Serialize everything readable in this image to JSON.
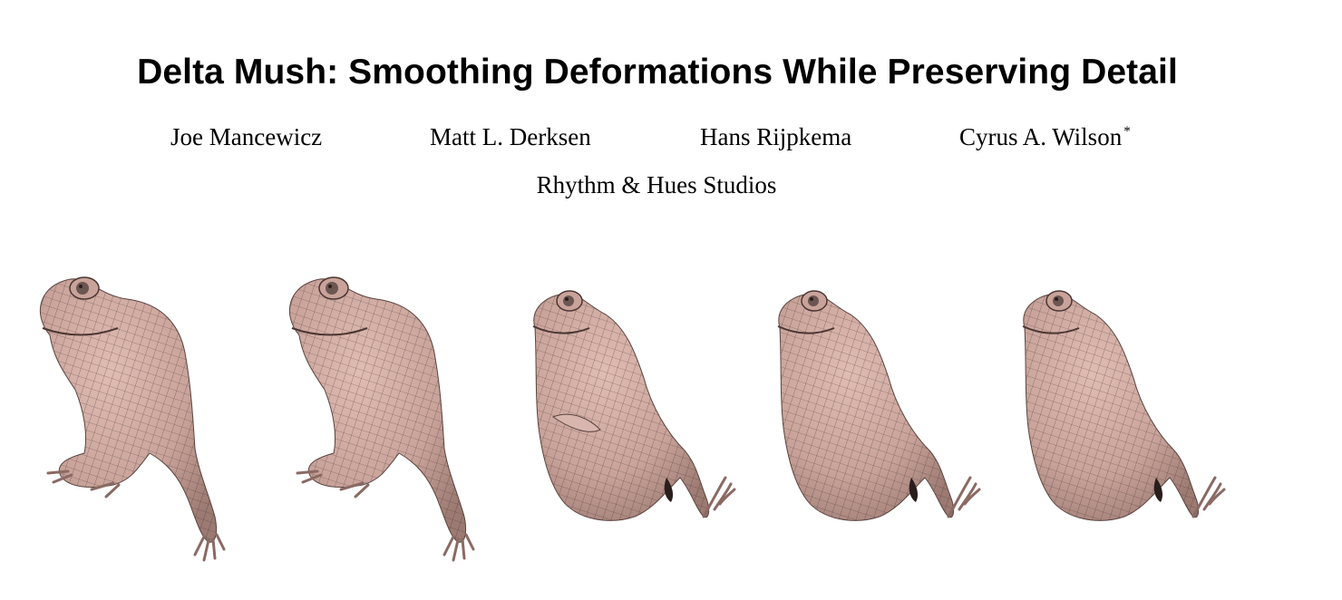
{
  "paper": {
    "title": "Delta Mush: Smoothing Deformations While Preserving Detail",
    "authors": [
      {
        "name": "Joe Mancewicz",
        "marker": ""
      },
      {
        "name": "Matt L. Derksen",
        "marker": ""
      },
      {
        "name": "Hans Rijpkema",
        "marker": ""
      },
      {
        "name": "Cyrus A. Wilson",
        "marker": "*"
      }
    ],
    "affiliation": "Rhythm & Hues Studios"
  },
  "teaser": {
    "figure_count": 5,
    "subject_icon": "frog-mesh-icon",
    "colors": {
      "skin": "#c9a39a",
      "shadow": "#9c7a72",
      "wireframe": "#3a2c2a",
      "eye": "#6b5652"
    }
  }
}
